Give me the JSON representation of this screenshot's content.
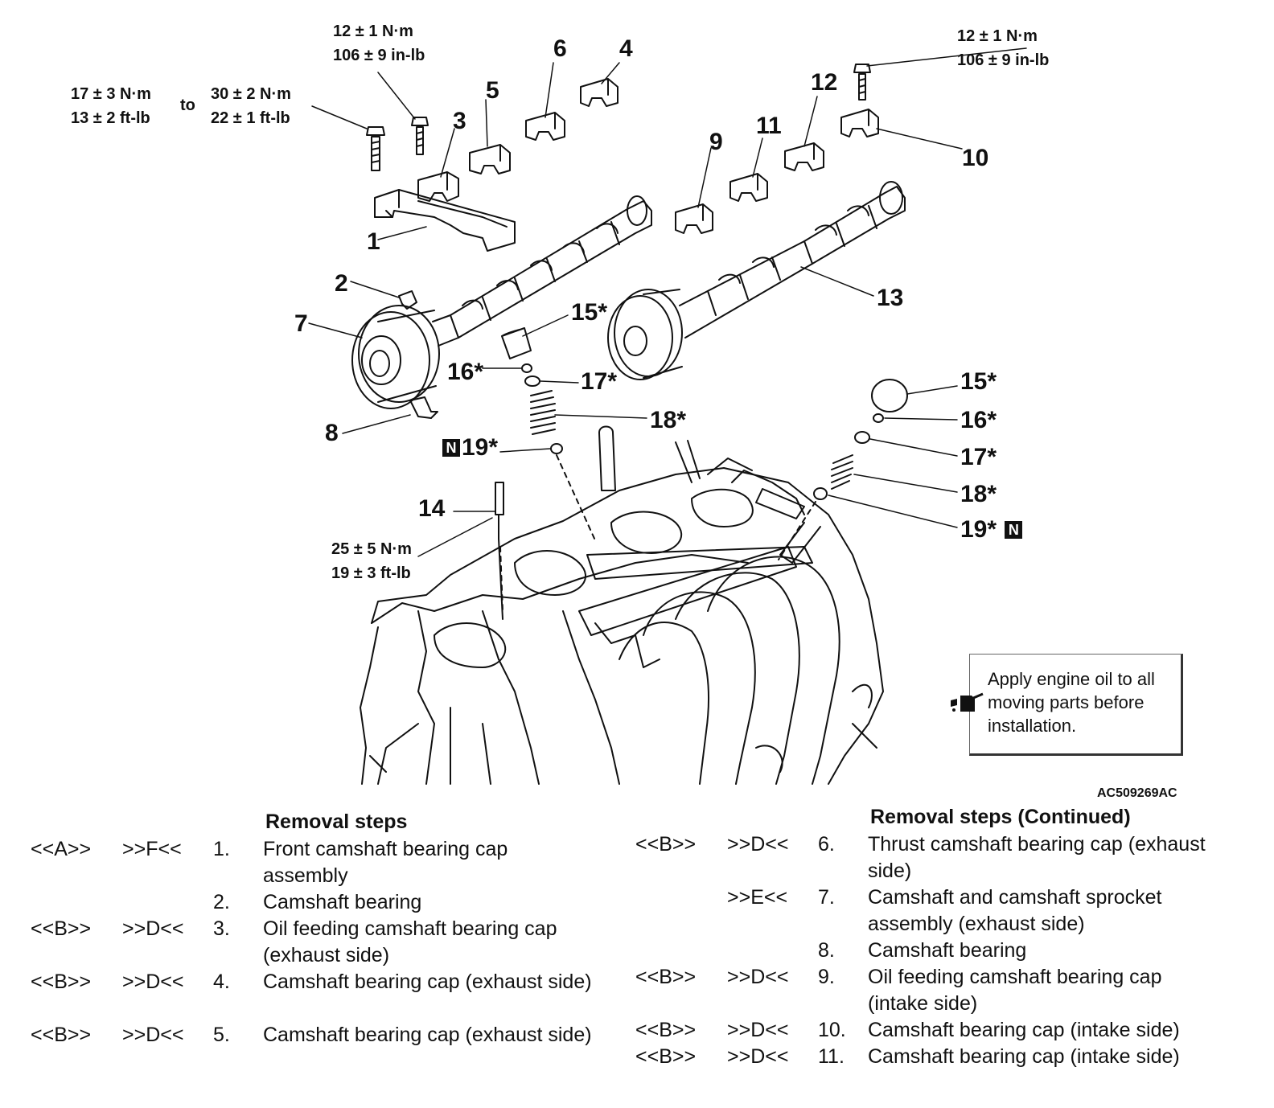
{
  "callouts": {
    "n1": "1",
    "n2": "2",
    "n3": "3",
    "n4": "4",
    "n5": "5",
    "n6": "6",
    "n7": "7",
    "n8": "8",
    "n9": "9",
    "n10": "10",
    "n11": "11",
    "n12": "12",
    "n13": "13",
    "n14": "14",
    "n15a": "15*",
    "n16a": "16*",
    "n17a": "17*",
    "n18a": "18*",
    "n19a": "19*",
    "n15b": "15*",
    "n16b": "16*",
    "n17b": "17*",
    "n18b": "18*",
    "n19b": "19*",
    "n_mark": "N"
  },
  "torques": {
    "t_a1": "17 ± 3 N·m",
    "t_a2": "13 ± 2 ft-lb",
    "to": "to",
    "t_b1": "30 ± 2 N·m",
    "t_b2": "22 ± 1 ft-lb",
    "t_c1": "12 ± 1 N·m",
    "t_c2": "106 ± 9 in-lb",
    "t_d1": "12 ± 1 N·m",
    "t_d2": "106 ± 9 in-lb",
    "t_e1": "25 ± 5 N·m",
    "t_e2": "19 ± 3 ft-lb"
  },
  "note": {
    "text": "Apply engine oil to all moving parts before installation.",
    "icon": "oil-can-icon"
  },
  "figure_code": "AC509269AC",
  "removal_left": {
    "title": "Removal steps",
    "rows": [
      {
        "a": "<<A>>",
        "b": ">>F<<",
        "n": "1.",
        "t": "Front camshaft bearing cap assembly"
      },
      {
        "a": "",
        "b": "",
        "n": "2.",
        "t": "Camshaft bearing"
      },
      {
        "a": "<<B>>",
        "b": ">>D<<",
        "n": "3.",
        "t": "Oil feeding camshaft bearing cap (exhaust side)"
      },
      {
        "a": "<<B>>",
        "b": ">>D<<",
        "n": "4.",
        "t": "Camshaft bearing cap (exhaust side)"
      },
      {
        "a": "<<B>>",
        "b": ">>D<<",
        "n": "5.",
        "t": "Camshaft bearing cap (exhaust side)"
      }
    ]
  },
  "removal_right": {
    "title": "Removal steps (Continued)",
    "rows": [
      {
        "a": "<<B>>",
        "b": ">>D<<",
        "n": "6.",
        "t": "Thrust camshaft bearing cap (exhaust side)"
      },
      {
        "a": "",
        "b": ">>E<<",
        "n": "7.",
        "t": "Camshaft and camshaft sprocket assembly (exhaust side)"
      },
      {
        "a": "",
        "b": "",
        "n": "8.",
        "t": "Camshaft bearing"
      },
      {
        "a": "<<B>>",
        "b": ">>D<<",
        "n": "9.",
        "t": "Oil feeding camshaft bearing cap (intake side)"
      },
      {
        "a": "<<B>>",
        "b": ">>D<<",
        "n": "10.",
        "t": "Camshaft bearing cap (intake side)"
      },
      {
        "a": "<<B>>",
        "b": ">>D<<",
        "n": "11.",
        "t": "Camshaft bearing cap (intake side)"
      }
    ]
  }
}
